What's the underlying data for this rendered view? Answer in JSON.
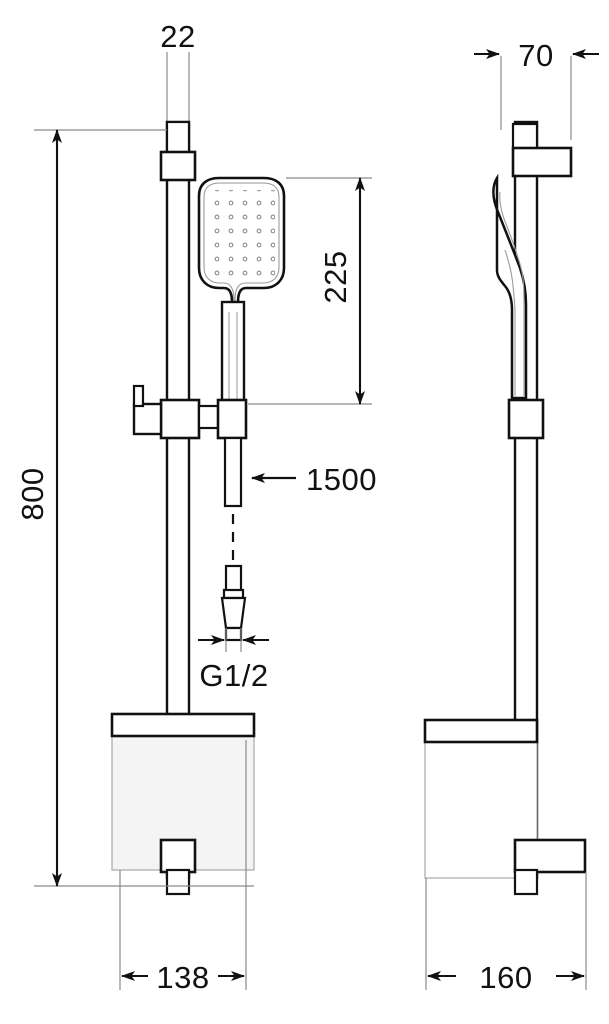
{
  "drawing": {
    "title": "Shower rail set technical dimension drawing",
    "units": "mm",
    "views": [
      {
        "name": "front-view",
        "label": ""
      },
      {
        "name": "side-view",
        "label": ""
      }
    ],
    "dimensions": {
      "rail_diameter": "22",
      "overall_height": "800",
      "handset_length": "225",
      "hose_length": "1500",
      "thread_size": "G1/2",
      "front_depth": "138",
      "side_projection": "70",
      "side_depth": "160"
    },
    "colors": {
      "line": "#111111",
      "thin_line": "#8a8a8a",
      "fill_white": "#ffffff",
      "soap_dish_fill": "#f4f4f4",
      "background": "#ffffff"
    }
  }
}
